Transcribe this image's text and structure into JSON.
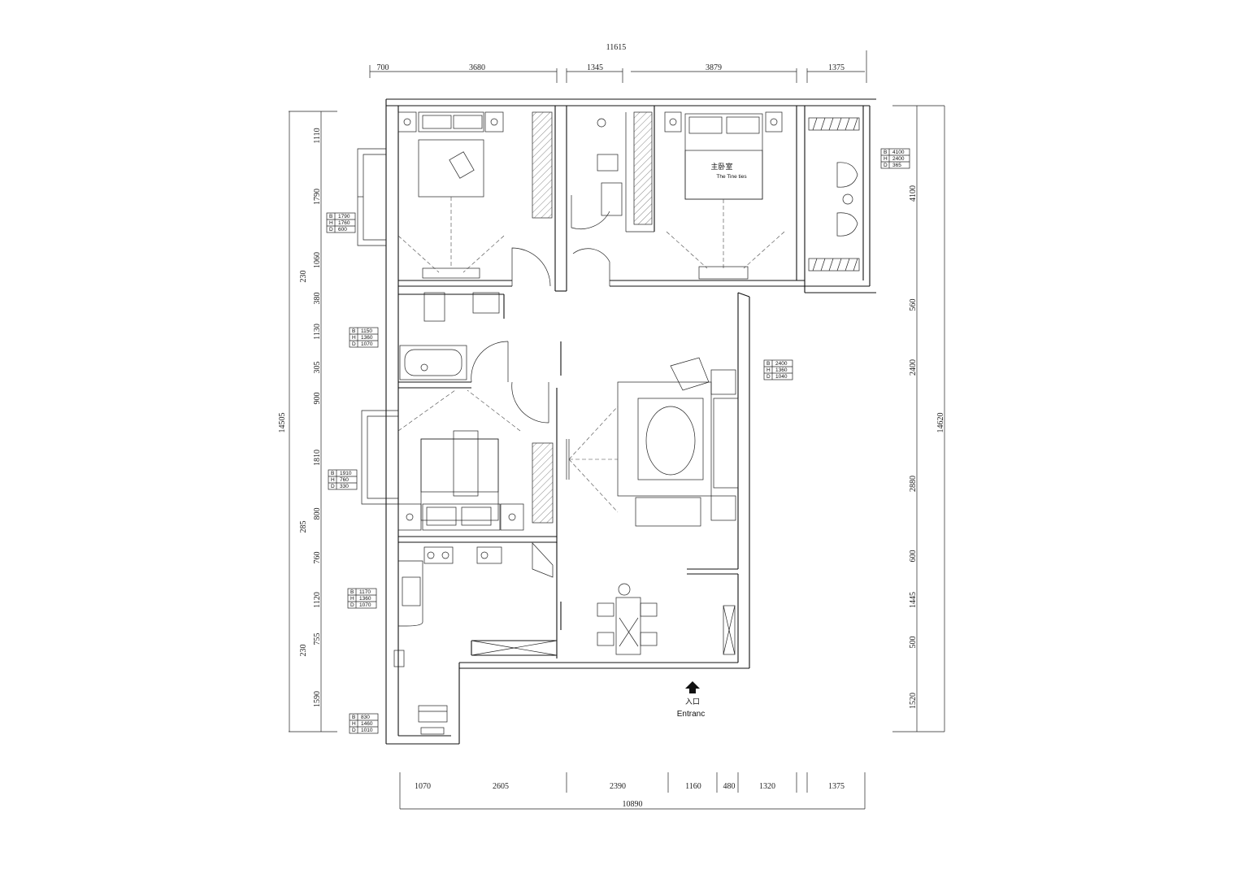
{
  "dimensions": {
    "top_total": "11615",
    "top_segments": [
      "700",
      "3680",
      "1345",
      "3879",
      "1375"
    ],
    "bottom_total": "10890",
    "bottom_segments": [
      "1070",
      "2605",
      "2390",
      "1160",
      "480",
      "1320",
      "1375"
    ],
    "left_total": "14505",
    "left_segments": [
      "1110",
      "1790",
      "1060",
      "230",
      "380",
      "1130",
      "305",
      "900",
      "1810",
      "800",
      "285",
      "760",
      "1120",
      "755",
      "230",
      "1590"
    ],
    "right_total": "14620",
    "right_segments": [
      "4100",
      "560",
      "2400",
      "2880",
      "600",
      "1445",
      "500",
      "1520"
    ]
  },
  "spec_tables": [
    {
      "B": "4100",
      "H": "2400",
      "D": "365"
    },
    {
      "B": "1790",
      "H": "1760",
      "D": "600"
    },
    {
      "B": "1150",
      "H": "1360",
      "D": "1070"
    },
    {
      "B": "2400",
      "H": "1360",
      "D": "1040"
    },
    {
      "B": "1910",
      "H": "760",
      "D": "330"
    },
    {
      "B": "1170",
      "H": "1360",
      "D": "1070"
    },
    {
      "B": "830",
      "H": "1460",
      "D": "1010"
    }
  ],
  "room_labels": {
    "master_bedroom_cn": "主卧室",
    "master_bedroom_en": "The  Tine  ties"
  },
  "entrance": {
    "cn": "入口",
    "en": "Entranc"
  }
}
